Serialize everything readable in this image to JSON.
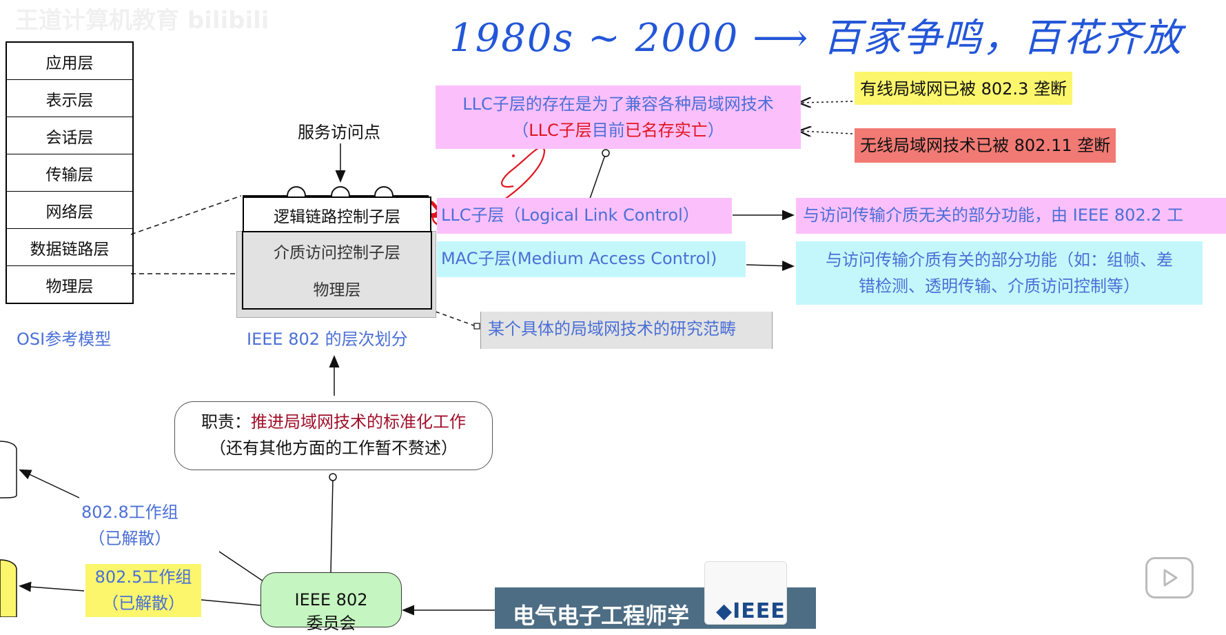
{
  "handwriting": {
    "title": "1980s ~ 2000 ⟶ 百家争鸣，百花齐放"
  },
  "watermark": "王道计算机教育 bilibili",
  "osi": {
    "layers": [
      "应用层",
      "表示层",
      "会话层",
      "传输层",
      "网络层",
      "数据链路层",
      "物理层"
    ],
    "caption": "OSI参考模型"
  },
  "ieee802": {
    "sap_label": "服务访问点",
    "llc_layer": "逻辑链路控制子层",
    "mac_layer": "介质访问控制子层",
    "phy_layer": "物理层",
    "caption": "IEEE 802 的层次划分"
  },
  "llc_note": {
    "line1": "LLC子层的存在是为了兼容各种局域网技术",
    "line2_open": "（",
    "line2_red1": "LLC子层",
    "line2_blue": "目前",
    "line2_red2": "已名存实亡",
    "line2_close": "）"
  },
  "wired_note": "有线局域网已被 802.3 垄断",
  "wireless_note": "无线局域网技术已被 802.11 垄断",
  "llc_label": "LLC子层（Logical Link Control）",
  "llc_desc": "与访问传输介质无关的部分功能，由 IEEE 802.2 工",
  "mac_label": "MAC子层(Medium Access Control)",
  "mac_desc": {
    "line1": "与访问传输介质有关的部分功能（如：组帧、差",
    "line2": "错检测、透明传输、介质访问控制等）"
  },
  "research_note": "某个具体的局域网技术的研究范畴",
  "duty": {
    "prefix": "职责：",
    "highlight": "推进局域网技术的标准化工作",
    "line2": "（还有其他方面的工作暂不赘述）"
  },
  "wg_8028": {
    "line1": "802.8工作组",
    "line2": "（已解散）"
  },
  "wg_8025": {
    "line1": "802.5工作组",
    "line2": "（已解散）"
  },
  "committee": {
    "line1": "IEEE 802",
    "line2": "委员会"
  },
  "banner_text": "电气电子工程师学",
  "ieee_logo_text": "◆IEEE",
  "colors": {
    "pink": "#fbc0fb",
    "cyan": "#c4f7fb",
    "yellow": "#fbf66c",
    "salmon": "#f27a74",
    "blue_text": "#4a6fd6",
    "red_text": "#e0141e",
    "handwriting": "#2356d8"
  }
}
